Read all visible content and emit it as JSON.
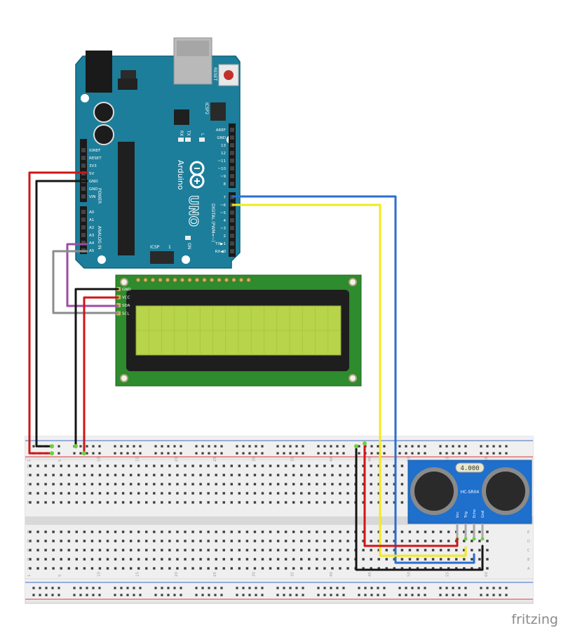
{
  "watermark": "fritzing",
  "arduino": {
    "brand": "Arduino",
    "model": "UNO",
    "icsp_label": "ICSP",
    "icsp2_label": "ICSP2",
    "icsp_pin1": "1",
    "reset_label": "RESET",
    "on_label": "ON",
    "led_labels": [
      "L",
      "TX",
      "RX"
    ],
    "digital_header": "DIGITAL (PWM=~)",
    "power_header": "POWER",
    "analog_header": "ANALOG IN",
    "power_pins": [
      "IOREF",
      "RESET",
      "3V3",
      "5V",
      "GND",
      "GND",
      "VIN"
    ],
    "analog_pins": [
      "A0",
      "A1",
      "A2",
      "A3",
      "A4",
      "A5"
    ],
    "digital_pins_top": [
      "AREF",
      "GND",
      "13",
      "12",
      "~11",
      "~10",
      "~9",
      "8"
    ],
    "digital_pins_bottom": [
      "7",
      "~6",
      "~5",
      "4",
      "~3",
      "2",
      "TX▶1",
      "RX◀0"
    ]
  },
  "lcd": {
    "pins": [
      "GND",
      "VCC",
      "SDA",
      "SCL"
    ],
    "colors": {
      "pcb": "#2e8b2e",
      "bezel": "#1e1e1e",
      "screen": "#b8d44a"
    }
  },
  "sensor": {
    "label": "HC-SR04",
    "crystal": "4.000",
    "pins": [
      "Vcc",
      "Trig",
      "Echo",
      "Gnd"
    ]
  },
  "breadboard": {
    "column_labels": [
      "1",
      "5",
      "10",
      "15",
      "20",
      "25",
      "30",
      "35",
      "40",
      "45",
      "50",
      "55",
      "60"
    ],
    "row_labels_top": [
      "J",
      "I",
      "H",
      "G",
      "F"
    ],
    "row_labels_bottom": [
      "E",
      "D",
      "C",
      "B",
      "A"
    ]
  },
  "wire_colors": {
    "red": "#d01515",
    "black": "#151515",
    "yellow": "#f2ea1b",
    "blue": "#2a6ed0",
    "purple": "#9b4ea3",
    "gray": "#8c8c8c"
  }
}
